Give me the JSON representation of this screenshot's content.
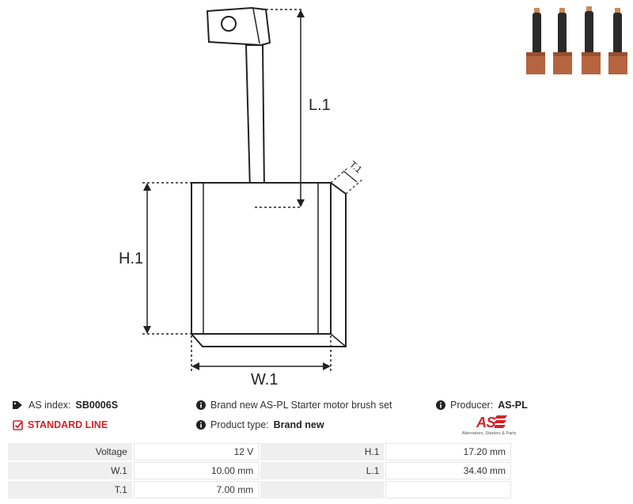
{
  "drawing": {
    "dim_labels": {
      "l1": "L.1",
      "h1": "H.1",
      "w1": "W.1",
      "t1": "T.1"
    }
  },
  "info": {
    "as_index_label": "AS index:",
    "as_index_value": "SB0006S",
    "line_label": "STANDARD LINE",
    "description": "Brand new AS-PL Starter motor brush set",
    "product_type_label": "Product type:",
    "product_type_value": "Brand new",
    "producer_label": "Producer:",
    "producer_value": "AS-PL"
  },
  "logo": {
    "text": "AS",
    "tagline": "Alternators, Starters & Parts"
  },
  "specs": [
    {
      "label": "Voltage",
      "value": "12 V",
      "label2": "H.1",
      "value2": "17.20 mm"
    },
    {
      "label": "W.1",
      "value": "10.00 mm",
      "label2": "L.1",
      "value2": "34.40 mm"
    },
    {
      "label": "T.1",
      "value": "7.00 mm",
      "label2": "",
      "value2": ""
    }
  ],
  "colors": {
    "accent_red": "#d1232a",
    "copper": "#b5643f",
    "cable": "#2a2a2a"
  },
  "icons": {
    "tag": "tag-icon",
    "info": "info-icon",
    "check": "check-square-icon"
  }
}
